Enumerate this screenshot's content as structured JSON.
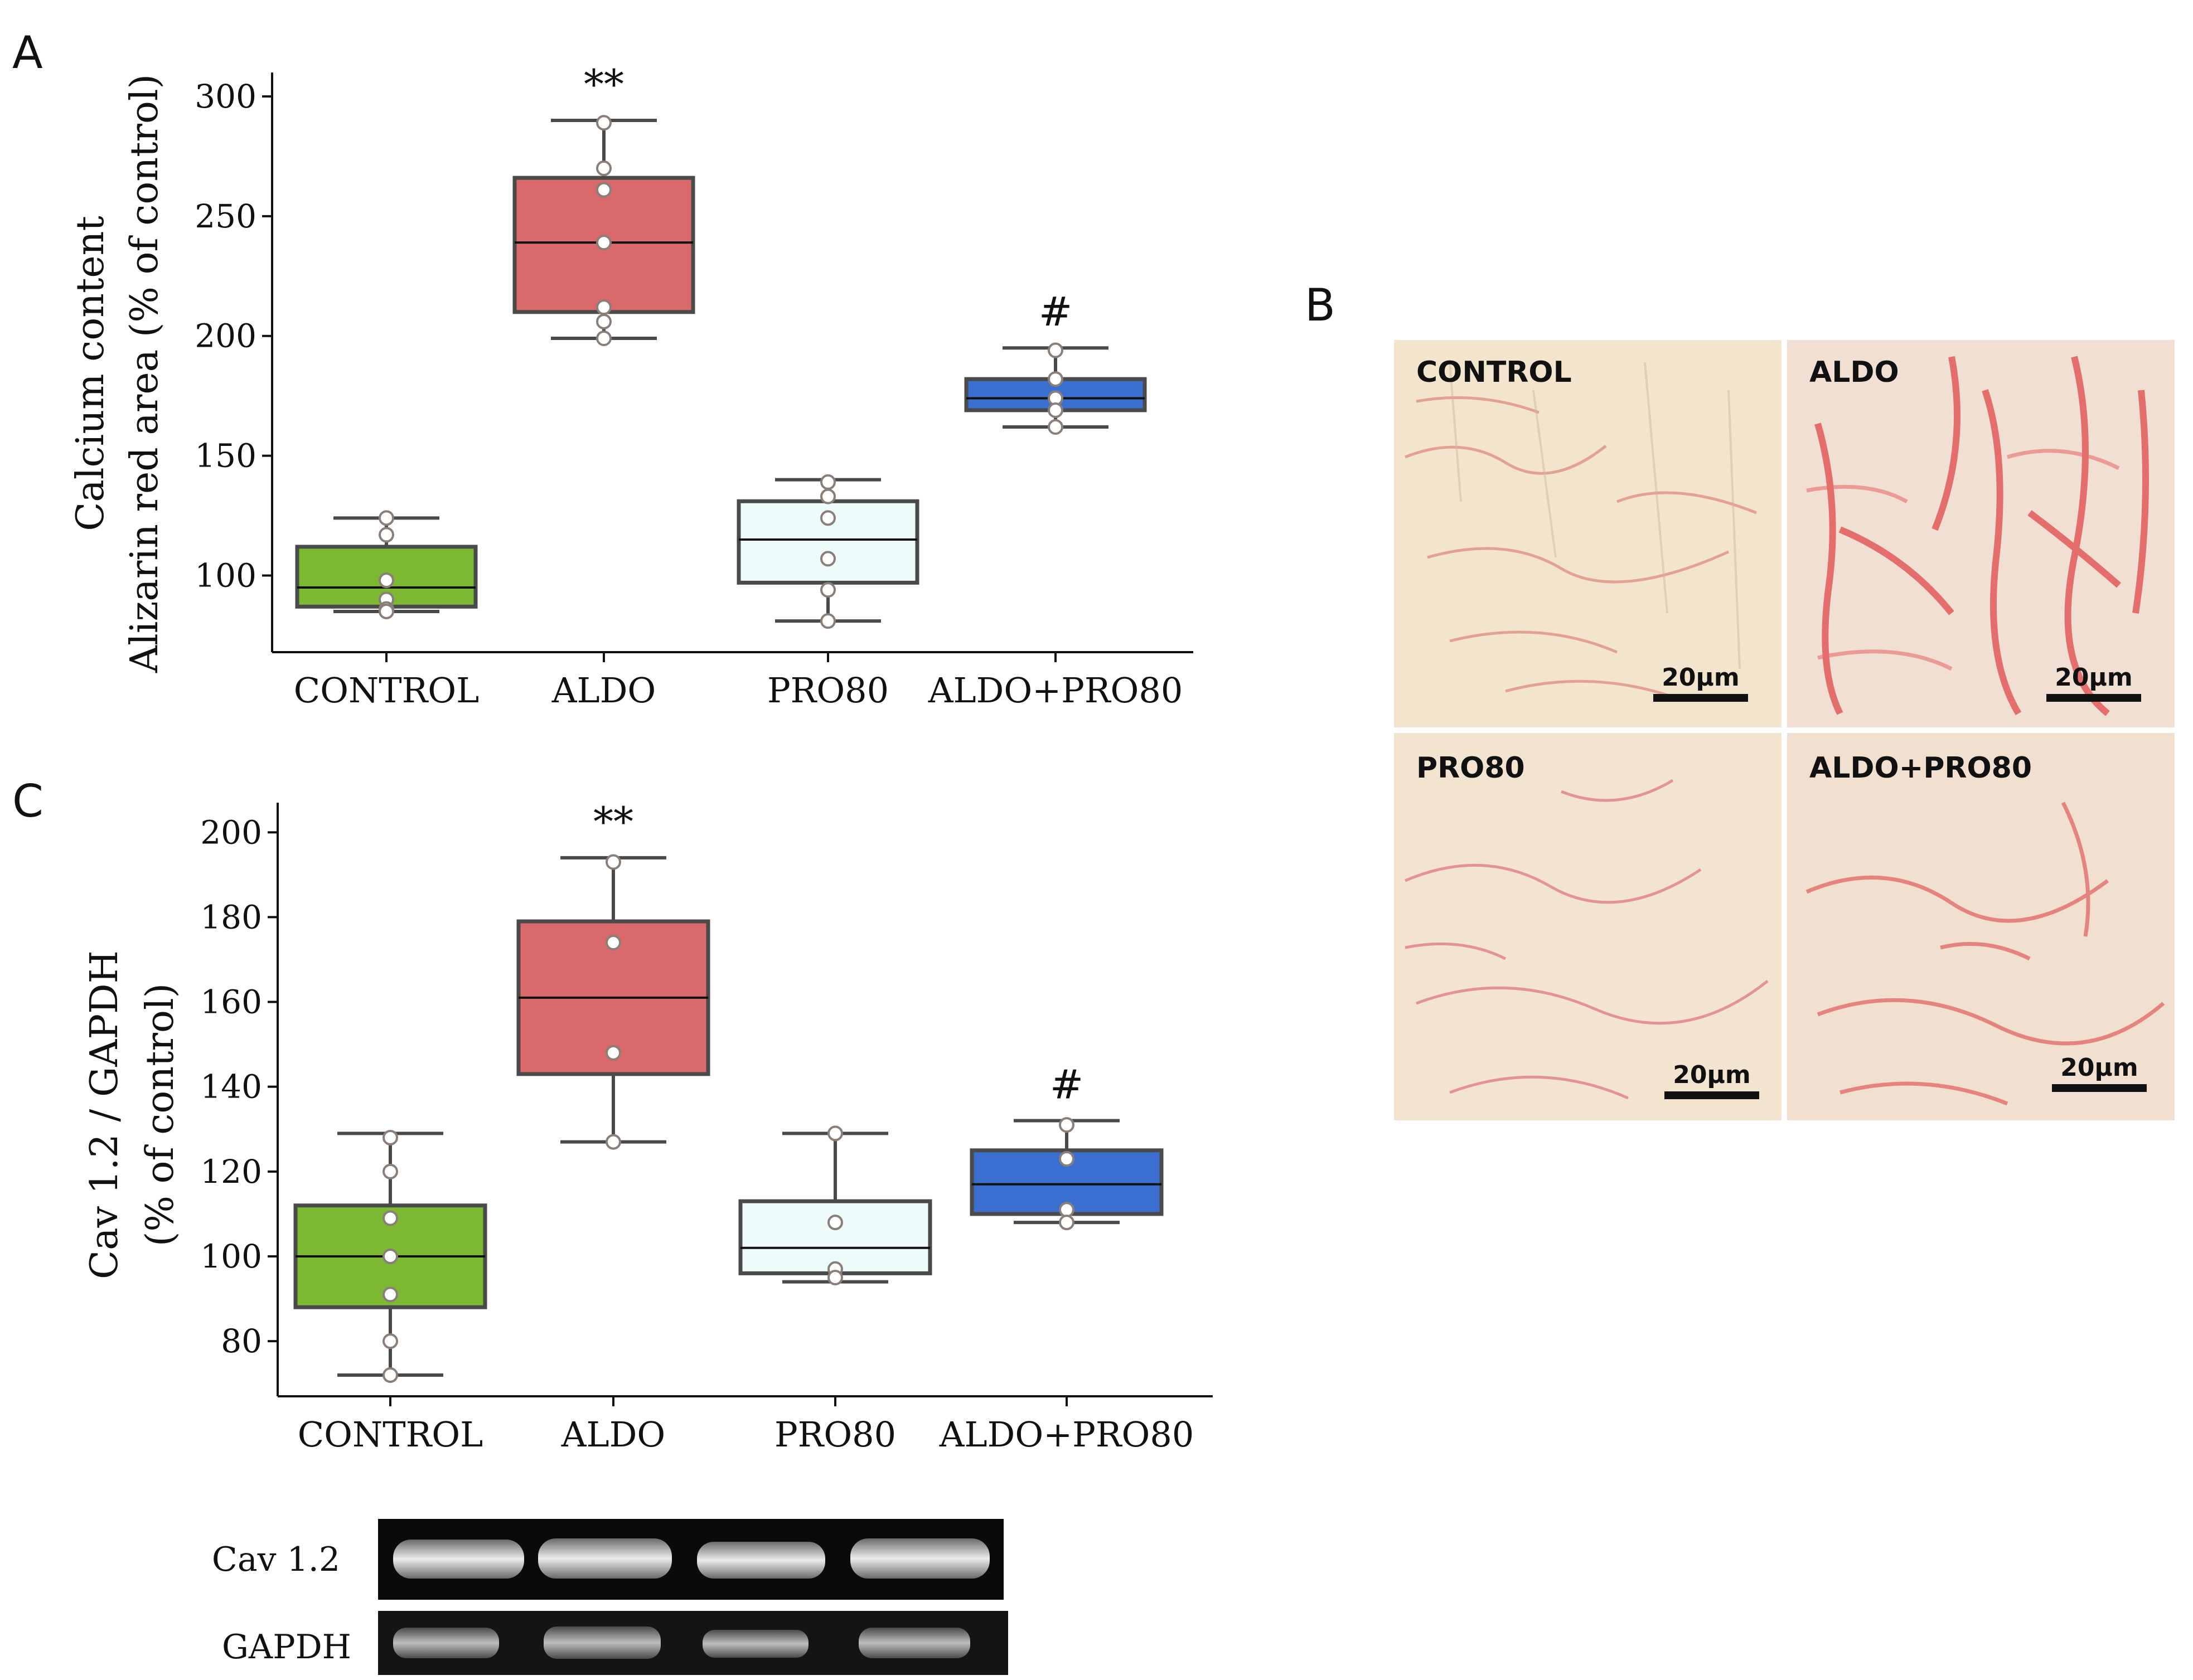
{
  "panels": {
    "a_letter": "A",
    "b_letter": "B",
    "c_letter": "C"
  },
  "chart_data": [
    {
      "id": "A",
      "type": "box",
      "ylabel": "Calcium content",
      "ylabel2": "Alizarin red area (% of control)",
      "yticks": [
        100,
        150,
        200,
        250,
        300
      ],
      "ylim": [
        68,
        310
      ],
      "categories": [
        "CONTROL",
        "ALDO",
        "PRO80",
        "ALDO+PRO80"
      ],
      "colors": [
        "#7cb832",
        "#d9696a",
        "#eefbfb",
        "#3a6fd0"
      ],
      "significance": [
        "",
        "**",
        "",
        "#"
      ],
      "boxes": [
        {
          "whisker_low": 85,
          "q1": 87,
          "median": 95,
          "q3": 112,
          "whisker_high": 124,
          "points": [
            124,
            117,
            98,
            90,
            86,
            85
          ]
        },
        {
          "whisker_low": 199,
          "q1": 210,
          "median": 239,
          "q3": 266,
          "whisker_high": 290,
          "points": [
            289,
            270,
            261,
            239,
            212,
            206,
            199
          ]
        },
        {
          "whisker_low": 81,
          "q1": 97,
          "median": 115,
          "q3": 131,
          "whisker_high": 140,
          "points": [
            139,
            133,
            124,
            107,
            94,
            81
          ]
        },
        {
          "whisker_low": 162,
          "q1": 169,
          "median": 174,
          "q3": 182,
          "whisker_high": 195,
          "points": [
            194,
            182,
            174,
            169,
            162
          ]
        }
      ]
    },
    {
      "id": "C",
      "type": "box",
      "ylabel": "Cav 1.2 / GAPDH",
      "ylabel2": "(% of control)",
      "yticks": [
        80,
        100,
        120,
        140,
        160,
        180,
        200
      ],
      "ylim": [
        67,
        207
      ],
      "categories": [
        "CONTROL",
        "ALDO",
        "PRO80",
        "ALDO+PRO80"
      ],
      "colors": [
        "#7cb832",
        "#d9696a",
        "#eefbfb",
        "#3a6fd0"
      ],
      "significance": [
        "",
        "**",
        "",
        "#"
      ],
      "boxes": [
        {
          "whisker_low": 72,
          "q1": 88,
          "median": 100,
          "q3": 112,
          "whisker_high": 129,
          "points": [
            128,
            120,
            109,
            100,
            100,
            91,
            80,
            72
          ]
        },
        {
          "whisker_low": 127,
          "q1": 143,
          "median": 161,
          "q3": 179,
          "whisker_high": 194,
          "points": [
            193,
            174,
            148,
            127
          ]
        },
        {
          "whisker_low": 94,
          "q1": 96,
          "median": 102,
          "q3": 113,
          "whisker_high": 129,
          "points": [
            129,
            108,
            97,
            95
          ]
        },
        {
          "whisker_low": 108,
          "q1": 110,
          "median": 117,
          "q3": 125,
          "whisker_high": 132,
          "points": [
            131,
            123,
            111,
            108
          ]
        }
      ]
    }
  ],
  "micrographs": [
    {
      "label": "CONTROL",
      "scale": "20µm"
    },
    {
      "label": "ALDO",
      "scale": "20µm"
    },
    {
      "label": "PRO80",
      "scale": "20µm"
    },
    {
      "label": "ALDO+PRO80",
      "scale": "20µm"
    }
  ],
  "blot": {
    "rows": [
      "Cav 1.2",
      "GAPDH"
    ]
  }
}
